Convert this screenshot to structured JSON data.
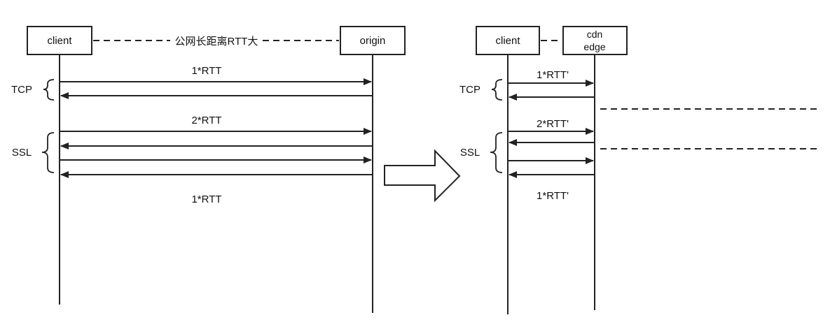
{
  "left": {
    "client_label": "client",
    "origin_label": "origin",
    "link_label": "公网长距离RTT大",
    "tcp_label": "TCP",
    "ssl_label": "SSL",
    "rtt_tcp": "1*RTT",
    "rtt_ssl": "2*RTT",
    "rtt_data": "1*RTT"
  },
  "right": {
    "client_label": "client",
    "edge_label_line1": "cdn",
    "edge_label_line2": "edge",
    "tcp_label": "TCP",
    "ssl_label": "SSL",
    "rtt_tcp": "1*RTT'",
    "rtt_ssl": "2*RTT'",
    "rtt_data": "1*RTT'"
  },
  "transition_arrow_icon": "right-arrow-icon"
}
